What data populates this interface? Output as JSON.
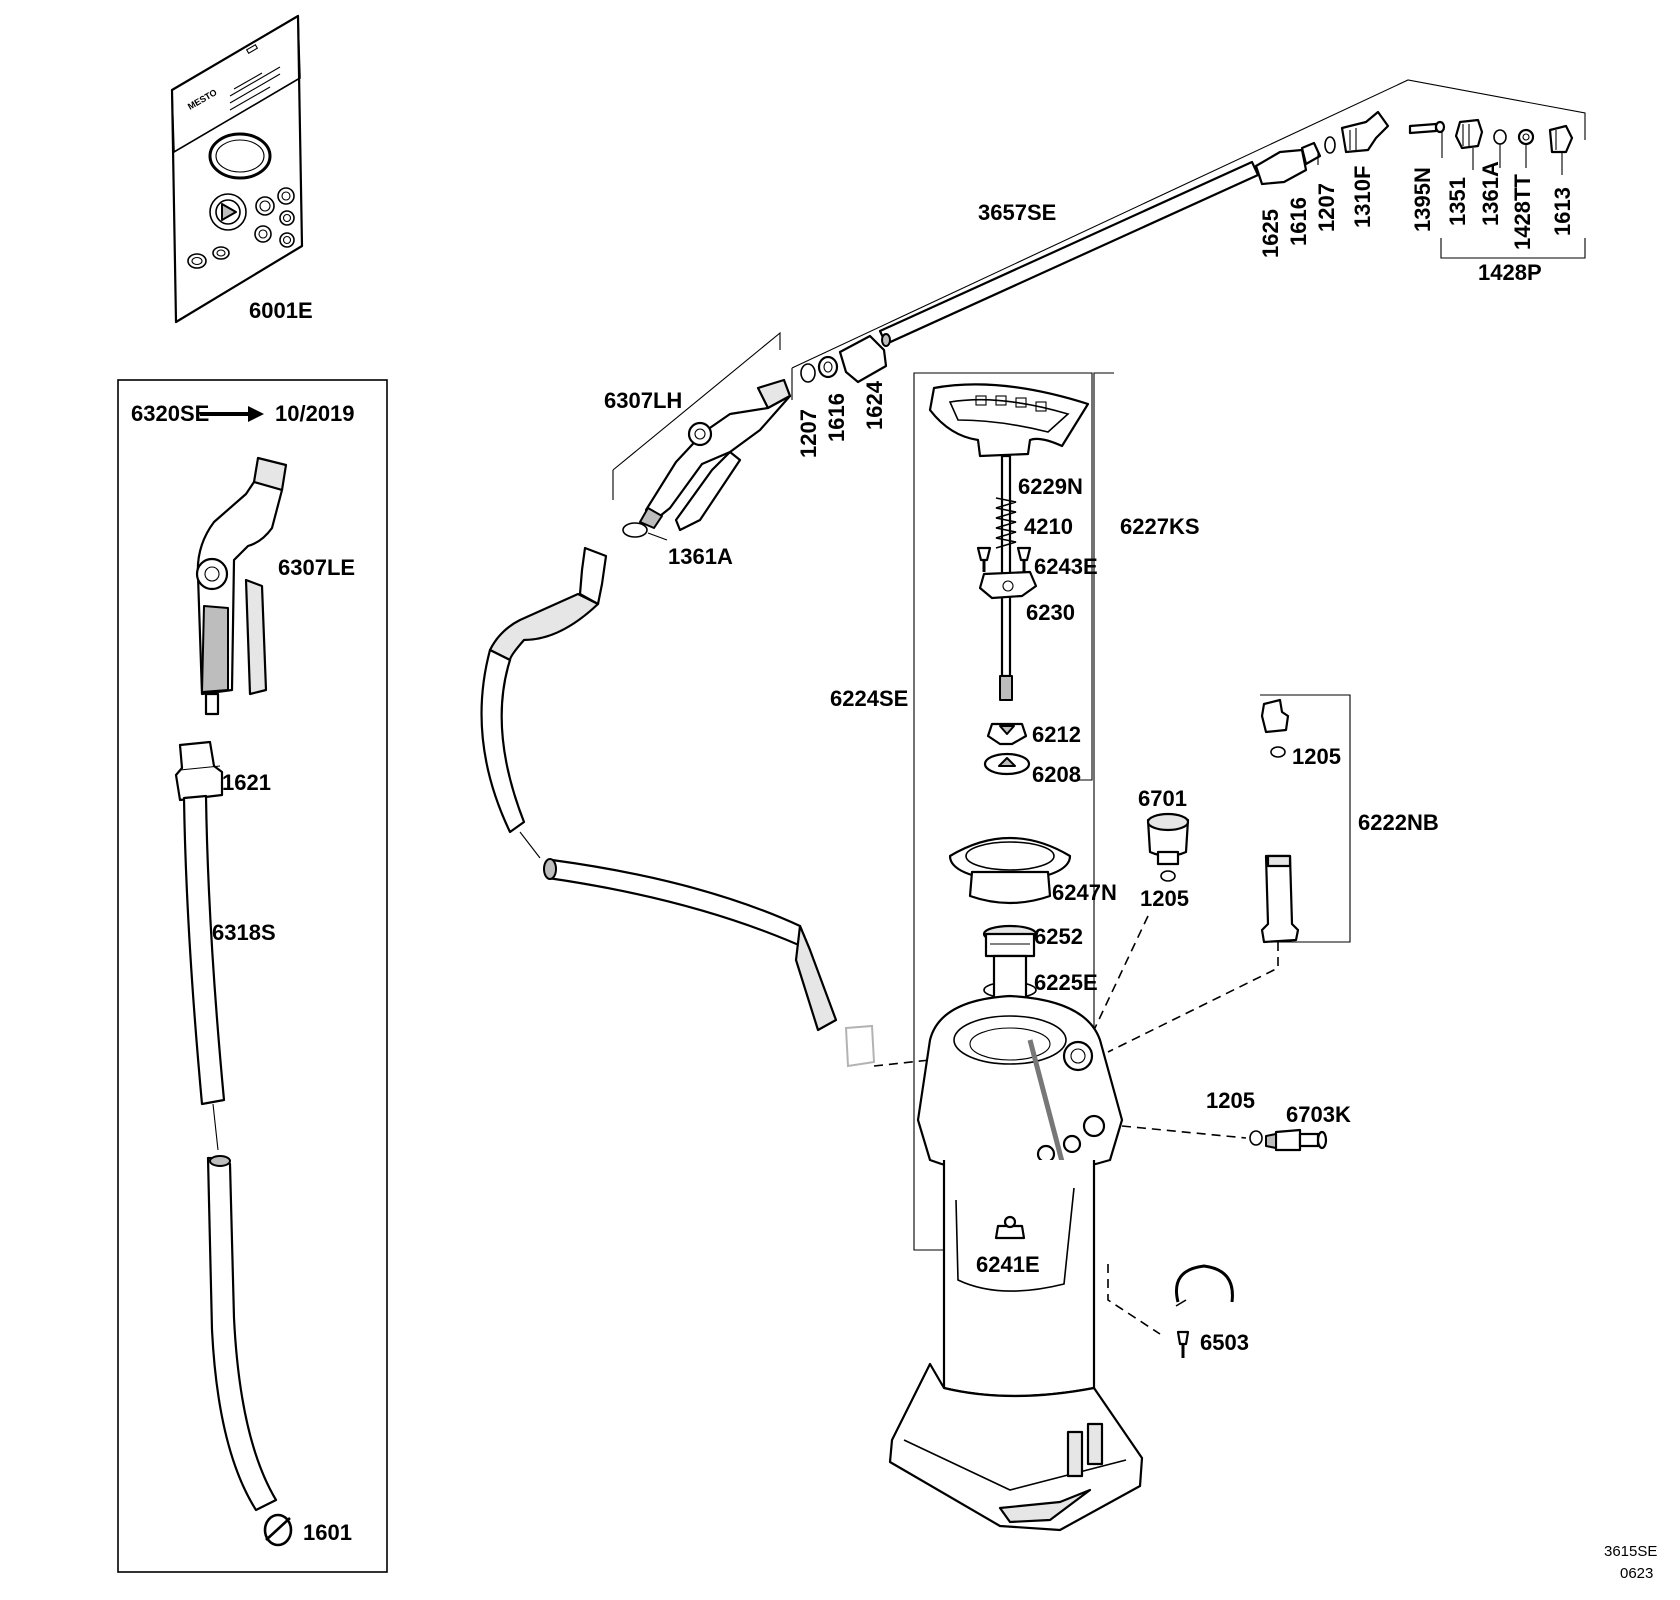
{
  "kit_box": {
    "header_start": "6320SE",
    "header_end": "10/2019",
    "labels": {
      "lance": "6307LE",
      "nut": "1621",
      "hose": "6318S",
      "clip": "1601"
    }
  },
  "service_kit": {
    "brand": "MESTO",
    "label": "6001E"
  },
  "lance_assembly": {
    "tube": "3657SE",
    "handle": "6307LH",
    "handle_oring": "1361A",
    "rear": [
      "1207",
      "1616",
      "1624"
    ],
    "front": [
      "1625",
      "1616",
      "1207",
      "1310F",
      "1395N"
    ],
    "nozzle_set": [
      "1351",
      "1361A",
      "1428TT",
      "1613"
    ],
    "nozzle_set_group": "1428P"
  },
  "pump": {
    "labels": {
      "handle": "6229N",
      "spring": "4210",
      "screws": "6243E",
      "plate": "6230",
      "valve": "6212",
      "seal": "6208",
      "group_outer": "6224SE",
      "group_inner": "6227KS"
    }
  },
  "gauge": {
    "gauge": "6701",
    "oring": "1205"
  },
  "relief_valve": {
    "oring": "1205",
    "group": "6222NB"
  },
  "tank": {
    "collar": "6247N",
    "cap": "6252",
    "oring": "6225E",
    "bottom_valve": "6241E",
    "valve_oring": "1205",
    "valve": "6703K",
    "clip": "6503"
  },
  "drawing": {
    "number": "3615SE",
    "date": "0623"
  }
}
